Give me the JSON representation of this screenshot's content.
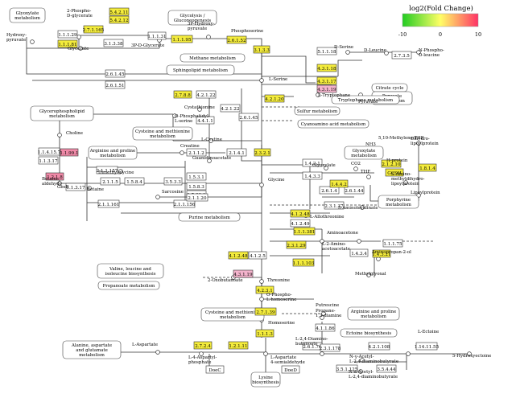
{
  "legend": {
    "title": "log2(Fold Change)",
    "ticks": [
      "-10",
      "0",
      "10"
    ],
    "colors": [
      "#22cc22",
      "#ffff66",
      "#ff3366"
    ]
  },
  "colors": {
    "default_box": "#ffffff",
    "up_yellow": "#f4ec3c",
    "up_pink": "#f4b3cc",
    "down_pink": "#f08aa8",
    "line": "#333333"
  },
  "enzymes": [
    {
      "id": "e1",
      "label": "5.4.2.11",
      "color": "yellow"
    },
    {
      "id": "e2",
      "label": "5.4.2.12",
      "color": "yellow"
    },
    {
      "id": "e3",
      "label": "2.7.1.165",
      "color": "yellow"
    },
    {
      "id": "e4",
      "label": "1.1.1.29",
      "color": "white"
    },
    {
      "id": "e5",
      "label": "1.1.1.81",
      "color": "yellow"
    },
    {
      "id": "e6",
      "label": "1.1.1.31",
      "color": "white"
    },
    {
      "id": "e7",
      "label": "3.1.3.38",
      "color": "white"
    },
    {
      "id": "e8",
      "label": "1.1.1.95",
      "color": "yellow"
    },
    {
      "id": "e9",
      "label": "2.6.1.52",
      "color": "yellow"
    },
    {
      "id": "e10",
      "label": "3.1.3.3",
      "color": "yellow"
    },
    {
      "id": "e11",
      "label": "2.6.1.45",
      "color": "white"
    },
    {
      "id": "e12",
      "label": "2.6.1.51",
      "color": "white"
    },
    {
      "id": "e13",
      "label": "5.1.1.18",
      "color": "white"
    },
    {
      "id": "e14",
      "label": "4.3.1.18",
      "color": "yellow"
    },
    {
      "id": "e15",
      "label": "2.7.3.5",
      "color": "white"
    },
    {
      "id": "e16",
      "label": "4.3.1.17",
      "color": "yellow"
    },
    {
      "id": "e17",
      "label": "4.3.1.19",
      "color": "pink"
    },
    {
      "id": "e18",
      "label": "4.2.1.20",
      "color": "yellow"
    },
    {
      "id": "e19",
      "label": "2.7.8.8",
      "color": "yellow"
    },
    {
      "id": "e20",
      "label": "4.2.1.22",
      "color": "white"
    },
    {
      "id": "e21",
      "label": "4.2.1.22",
      "color": "white"
    },
    {
      "id": "e22",
      "label": "4.4.1.1",
      "color": "white"
    },
    {
      "id": "e23",
      "label": "2.6.1.45",
      "color": "white"
    },
    {
      "id": "e24",
      "label": "2.3.2.1",
      "color": "yellow"
    },
    {
      "id": "e25",
      "label": "1.1.4.15.7",
      "color": "white"
    },
    {
      "id": "e26",
      "label": "1.1.99.1",
      "color": "pinkdark"
    },
    {
      "id": "e27",
      "label": "1.1.3.17",
      "color": "white"
    },
    {
      "id": "e28",
      "label": "1.2.1.8",
      "color": "pinkdark"
    },
    {
      "id": "e29",
      "label": "1.1.3.17",
      "color": "white"
    },
    {
      "id": "e30",
      "label": "2.1.1.157",
      "color": "white"
    },
    {
      "id": "e31",
      "label": "2.1.1.5",
      "color": "white"
    },
    {
      "id": "e32",
      "label": "1.5.8.4",
      "color": "white"
    },
    {
      "id": "e33",
      "label": "3.5.3.3",
      "color": "white"
    },
    {
      "id": "e34",
      "label": "2.1.1.2",
      "color": "white"
    },
    {
      "id": "e35",
      "label": "2.1.4.1",
      "color": "white"
    },
    {
      "id": "e36",
      "label": "2.1.1.161",
      "color": "white"
    },
    {
      "id": "e37",
      "label": "2.1.1.156",
      "color": "white"
    },
    {
      "id": "e38",
      "label": "1.5.3.1",
      "color": "white"
    },
    {
      "id": "e39",
      "label": "1.5.8.3",
      "color": "white"
    },
    {
      "id": "e40",
      "label": "1.5.99.1",
      "color": "white"
    },
    {
      "id": "e41",
      "label": "2.1.1.20",
      "color": "white"
    },
    {
      "id": "e42",
      "label": "1.4.2.1",
      "color": "white"
    },
    {
      "id": "e43",
      "label": "1.4.3.3",
      "color": "white"
    },
    {
      "id": "e44",
      "label": "2.6.1.4",
      "color": "white"
    },
    {
      "id": "e45",
      "label": "2.6.1.44",
      "color": "white"
    },
    {
      "id": "e46",
      "label": "1.4.4.2",
      "color": "yellow"
    },
    {
      "id": "e47",
      "label": "2.1.2.10",
      "color": "yellow"
    },
    {
      "id": "e48",
      "label": "GCSH",
      "color": "yellow"
    },
    {
      "id": "e49",
      "label": "1.8.1.4",
      "color": "yellow"
    },
    {
      "id": "e50",
      "label": "2.3.1.37",
      "color": "white"
    },
    {
      "id": "e51",
      "label": "4.1.2.48",
      "color": "yellow"
    },
    {
      "id": "e52",
      "label": "4.1.2.49",
      "color": "white"
    },
    {
      "id": "e53",
      "label": "1.1.1.381",
      "color": "yellow"
    },
    {
      "id": "e54",
      "label": "2.3.1.29",
      "color": "yellow"
    },
    {
      "id": "e55",
      "label": "1.1.1.103",
      "color": "yellow"
    },
    {
      "id": "e56",
      "label": "1.1.1.75",
      "color": "white"
    },
    {
      "id": "e57",
      "label": "1.4.3.4",
      "color": "white"
    },
    {
      "id": "e58",
      "label": "1.4.3.21",
      "color": "yellow"
    },
    {
      "id": "e59",
      "label": "4.1.2.48",
      "color": "yellow"
    },
    {
      "id": "e60",
      "label": "4.1.2.5",
      "color": "white"
    },
    {
      "id": "e61",
      "label": "4.3.1.19",
      "color": "pink"
    },
    {
      "id": "e62",
      "label": "4.2.3.1",
      "color": "yellow"
    },
    {
      "id": "e63",
      "label": "2.7.1.39",
      "color": "yellow"
    },
    {
      "id": "e64",
      "label": "1.1.1.3",
      "color": "yellow"
    },
    {
      "id": "e65",
      "label": "4.1.1.86",
      "color": "white"
    },
    {
      "id": "e66",
      "label": "2.7.2.4",
      "color": "yellow"
    },
    {
      "id": "e67",
      "label": "1.2.1.11",
      "color": "yellow"
    },
    {
      "id": "e68",
      "label": "2.6.1.76",
      "color": "white"
    },
    {
      "id": "e69",
      "label": "2.3.1.178",
      "color": "white"
    },
    {
      "id": "e70",
      "label": "4.2.1.108",
      "color": "white"
    },
    {
      "id": "e71",
      "label": "1.14.11.55",
      "color": "white"
    },
    {
      "id": "e72",
      "label": "3.5.1.125",
      "color": "white"
    },
    {
      "id": "e73",
      "label": "3.5.4.44",
      "color": "white"
    },
    {
      "id": "e74",
      "label": "DoeC",
      "color": "white"
    },
    {
      "id": "e75",
      "label": "DoeD",
      "color": "white"
    }
  ],
  "pathways": [
    {
      "id": "p1",
      "label": "Glyoxylate\nmetabolism"
    },
    {
      "id": "p2",
      "label": "Glycolysis /\nGluconeogenesis"
    },
    {
      "id": "p3",
      "label": "Methane metabolism"
    },
    {
      "id": "p4",
      "label": "Sphingolipid metabolism"
    },
    {
      "id": "p5",
      "label": "Citrate cycle"
    },
    {
      "id": "p6",
      "label": "Pyruvate\nmetabolism"
    },
    {
      "id": "p7",
      "label": "Tryptophane metabolism"
    },
    {
      "id": "p8",
      "label": "Sulfur metabolism"
    },
    {
      "id": "p9",
      "label": "Cyanoamino acid metabolism"
    },
    {
      "id": "p10",
      "label": "Glycerophospholipid\nmetabolism"
    },
    {
      "id": "p11",
      "label": "Cysteine and methionine\nmetabolism"
    },
    {
      "id": "p12",
      "label": "Arginine and proline\nmetabolism"
    },
    {
      "id": "p13",
      "label": "Glyoxylate\nmetabolism"
    },
    {
      "id": "p14",
      "label": "Purine metabolism"
    },
    {
      "id": "p15",
      "label": "Porphyrine\nmetabolism"
    },
    {
      "id": "p16",
      "label": "Valine, leucine and\nisoleucine biosynthesis"
    },
    {
      "id": "p17",
      "label": "Propanoate metabolism"
    },
    {
      "id": "p18",
      "label": "Cysteine and methionine\nmetabolism"
    },
    {
      "id": "p19",
      "label": "Arginine and proline\nmetabolism"
    },
    {
      "id": "p20",
      "label": "Ectoine biosynthesis"
    },
    {
      "id": "p21",
      "label": "Alanine, aspartate\nand glutamate\nmetabolism"
    },
    {
      "id": "p22",
      "label": "Lysine\nbiosynthesis"
    }
  ],
  "compounds": [
    {
      "id": "c1",
      "label": "2-Phospho-\nD-glycerate"
    },
    {
      "id": "c2",
      "label": "Hydroxy-\npyruvate"
    },
    {
      "id": "c3",
      "label": "Glycerate"
    },
    {
      "id": "c4",
      "label": "3P-D-Glycerate"
    },
    {
      "id": "c5",
      "label": "3P-Hydroxy-\npyruvate"
    },
    {
      "id": "c6",
      "label": "Phosphoserine"
    },
    {
      "id": "c7",
      "label": "D-Serine"
    },
    {
      "id": "c8",
      "label": "D-Leucine"
    },
    {
      "id": "c9",
      "label": "N-Phospho-\nD-leucine"
    },
    {
      "id": "c10",
      "label": "L-Serine"
    },
    {
      "id": "c11",
      "label": "Pyruvate"
    },
    {
      "id": "c12",
      "label": "L-Tryptophane"
    },
    {
      "id": "c13",
      "label": "Cystathionine"
    },
    {
      "id": "c14",
      "label": "O-Phosphatidyl-\nL-serine"
    },
    {
      "id": "c15",
      "label": "L-Cystine"
    },
    {
      "id": "c16",
      "label": "Choline"
    },
    {
      "id": "c17",
      "label": "Betaine\naldehyde"
    },
    {
      "id": "c18",
      "label": "GbsB"
    },
    {
      "id": "c19",
      "label": "Creatine"
    },
    {
      "id": "c20",
      "label": "Guanidinoacetate"
    },
    {
      "id": "c21",
      "label": "Dimethylglycine"
    },
    {
      "id": "c22",
      "label": "Betaine"
    },
    {
      "id": "c23",
      "label": "Sarcosine"
    },
    {
      "id": "c24",
      "label": "Glycine"
    },
    {
      "id": "c25",
      "label": "Glyoxylate"
    },
    {
      "id": "c26",
      "label": "5,10-Methylene-THF"
    },
    {
      "id": "c27",
      "label": "NH3"
    },
    {
      "id": "c28",
      "label": "CO2"
    },
    {
      "id": "c29",
      "label": "THF"
    },
    {
      "id": "c30",
      "label": "H-protein"
    },
    {
      "id": "c31",
      "label": "S-Amino-\nmethyldihydro-\nlipoylprotein"
    },
    {
      "id": "c32",
      "label": "Dihydro-\nlipoylprotein"
    },
    {
      "id": "c33",
      "label": "Lipoylprotein"
    },
    {
      "id": "c34",
      "label": "5-Aminolevulinate"
    },
    {
      "id": "c35",
      "label": "L-Allothreonine"
    },
    {
      "id": "c36",
      "label": "Aminoacetone"
    },
    {
      "id": "c37",
      "label": "L-2-Amino-\nacetoacetate"
    },
    {
      "id": "c38",
      "label": "Aminopropan-2-ol"
    },
    {
      "id": "c39",
      "label": "Methylglyoxal"
    },
    {
      "id": "c40",
      "label": "2-Oxobutanoate"
    },
    {
      "id": "c41",
      "label": "Threonine"
    },
    {
      "id": "c42",
      "label": "O-Phospho-\nL-homoserine"
    },
    {
      "id": "c43",
      "label": "Homoserine"
    },
    {
      "id": "c44",
      "label": "Putrescine"
    },
    {
      "id": "c45",
      "label": "Propane-\n1,3-diamine"
    },
    {
      "id": "c46",
      "label": "L-Aspartate"
    },
    {
      "id": "c47",
      "label": "L-4-Aspartyl-\nphosphate"
    },
    {
      "id": "c48",
      "label": "L-Aspartate\n4-semialdehyde"
    },
    {
      "id": "c49",
      "label": "L-2,4-Diamino-\nbutanoate"
    },
    {
      "id": "c50",
      "label": "N-γ-Acetyl-\nL-2,4-diaminobutyrate"
    },
    {
      "id": "c51",
      "label": "N-α-Acetyl-\nL-2,4-diaminobutyrate"
    },
    {
      "id": "c52",
      "label": "L-Ectoine"
    },
    {
      "id": "c53",
      "label": "5-Hydroxyectoine"
    }
  ]
}
